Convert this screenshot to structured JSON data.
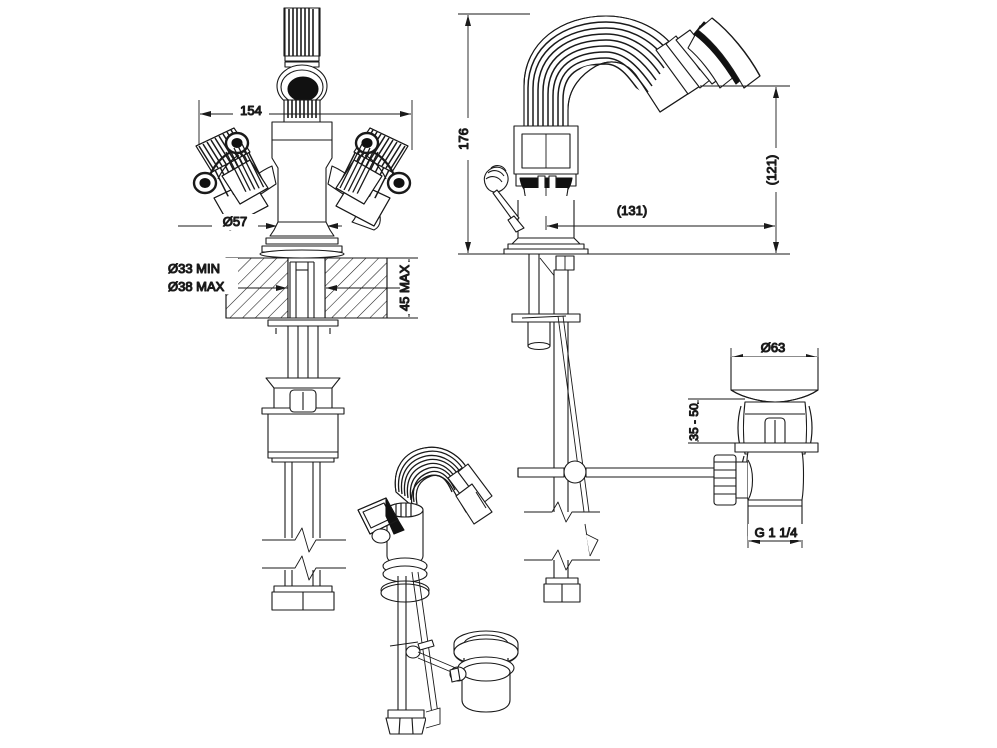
{
  "drawing": {
    "type": "technical-dimension-drawing",
    "subject": "bidet mixer tap with pop-up waste",
    "background_color": "#ffffff",
    "line_color": "#1a1a1a",
    "views": [
      {
        "name": "front-elevation",
        "position": "left"
      },
      {
        "name": "side-elevation",
        "position": "right-top"
      },
      {
        "name": "waste-detail-section",
        "position": "right-bottom"
      },
      {
        "name": "pop-up-waste-isometric",
        "position": "bottom-center"
      }
    ]
  },
  "dimensions": {
    "front": {
      "handle_spread": "154",
      "base_diameter": "Ø57",
      "hole_min": "Ø33 MIN",
      "hole_max": "Ø38 MAX",
      "deck_thickness": "45 MAX"
    },
    "side": {
      "total_height": "176",
      "spout_height": "(121)",
      "spout_reach": "(131)"
    },
    "waste": {
      "flange_diameter": "Ø63",
      "deck_range": "35 - 50",
      "thread": "G 1 1/4"
    }
  }
}
